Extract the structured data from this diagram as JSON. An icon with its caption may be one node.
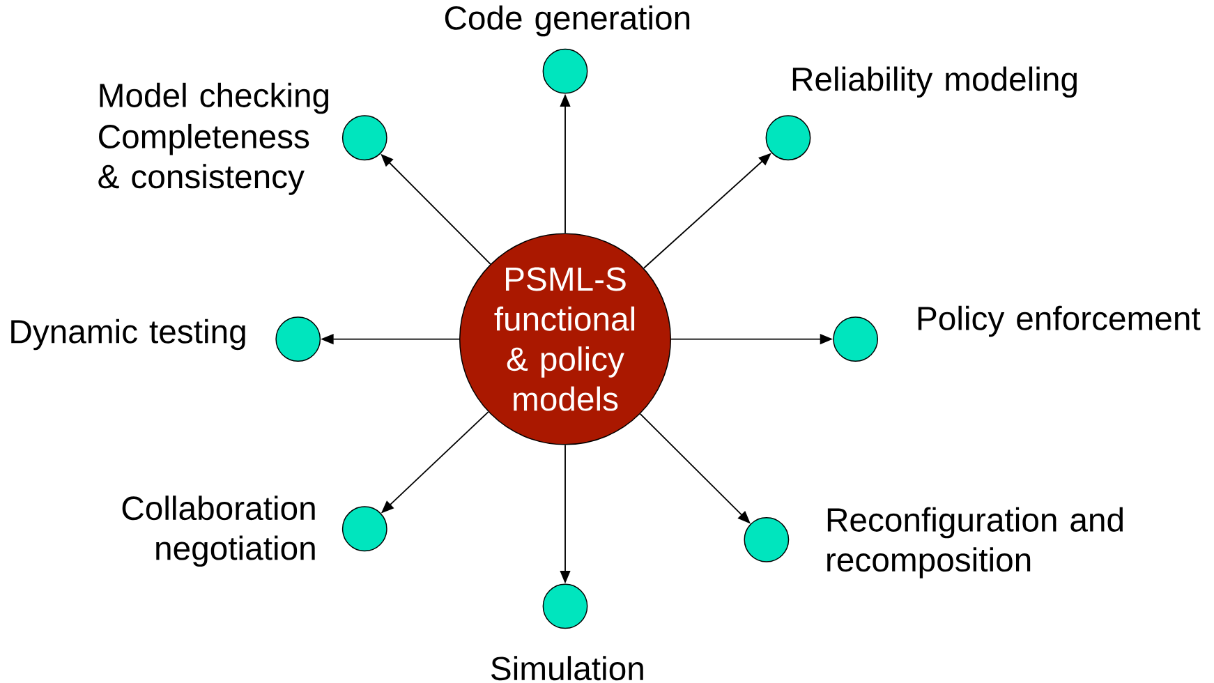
{
  "diagram": {
    "nodes": [
      {
        "text": [
          "PSML-S functional & policy models"
        ]
      },
      {
        "text": [],
        "shape": "circle",
        "beside": [
          "Code generation"
        ]
      },
      {
        "text": [],
        "shape": "circle",
        "beside": [
          "Model checking",
          "Completeness & consistency"
        ]
      },
      {
        "text": [],
        "shape": "circle",
        "beside": [
          "Reliability modeling"
        ]
      },
      {
        "text": [],
        "shape": "circle",
        "beside": [
          "Dynamic testing"
        ]
      },
      {
        "text": [],
        "shape": "circle",
        "beside": [
          "Policy enforcement"
        ]
      },
      {
        "text": [],
        "shape": "circle",
        "beside": [
          "Collaboration negotiation"
        ]
      },
      {
        "text": [],
        "shape": "circle",
        "beside": [
          "Reconfiguration and recomposition"
        ]
      },
      {
        "text": [],
        "shape": "circle",
        "beside": [
          "Simulation"
        ]
      }
    ],
    "edges": [
      {
        "from": 0,
        "to": 1,
        "arrow": "to"
      },
      {
        "from": 0,
        "to": 2,
        "arrow": "to"
      },
      {
        "from": 0,
        "to": 3,
        "arrow": "to"
      },
      {
        "from": 0,
        "to": 4,
        "arrow": "to"
      },
      {
        "from": 0,
        "to": 5,
        "arrow": "to"
      },
      {
        "from": 0,
        "to": 6,
        "arrow": "to"
      },
      {
        "from": 0,
        "to": 7,
        "arrow": "to"
      },
      {
        "from": 0,
        "to": 8,
        "arrow": "to"
      }
    ]
  }
}
